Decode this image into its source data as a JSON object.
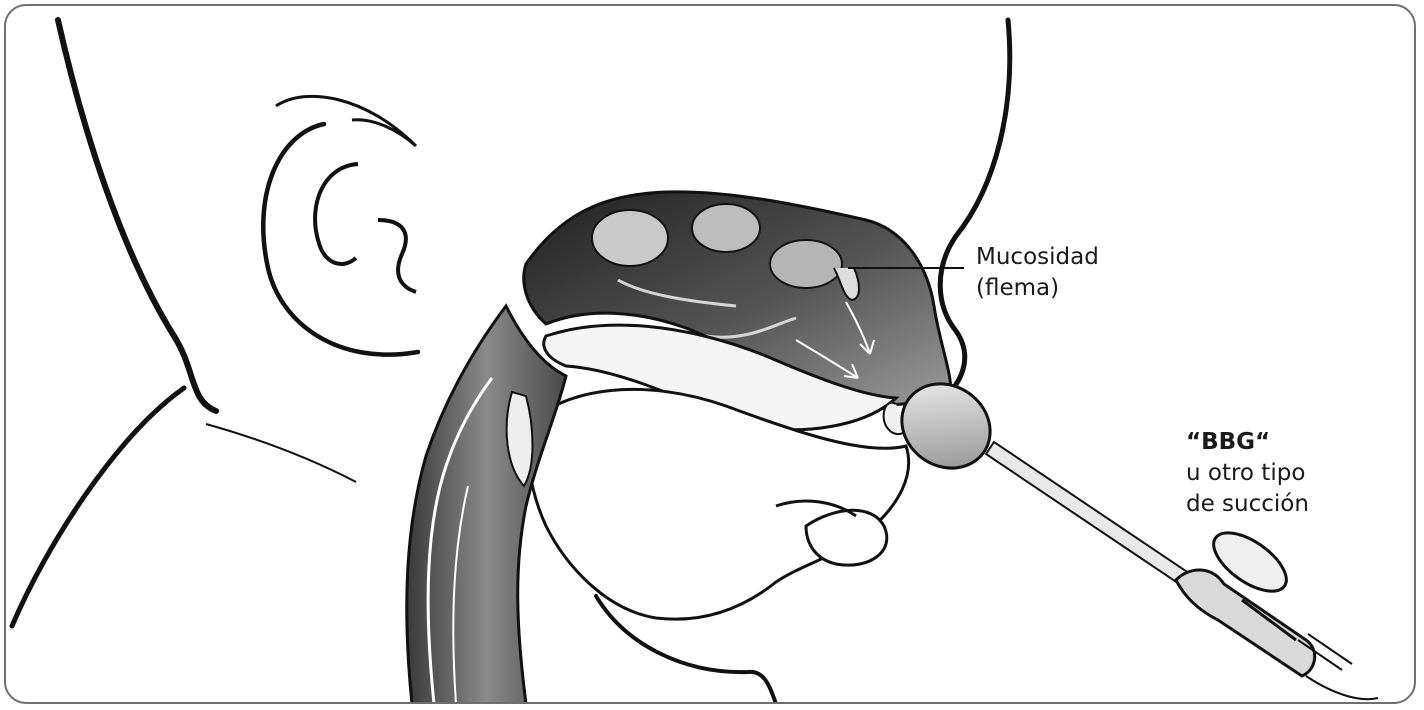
{
  "labels": {
    "mucus": {
      "line1": "Mucosidad",
      "line2": "(flema)"
    },
    "suction": {
      "line1": "“BBG“",
      "line2": "u otro tipo",
      "line3": "de succión"
    }
  },
  "colors": {
    "frame": "#6f6f6f",
    "outline": "#111111",
    "cavity_dark": "#2b2b2b",
    "cavity_mid": "#7a7a7a",
    "mucus_light": "#c9c9c9"
  }
}
